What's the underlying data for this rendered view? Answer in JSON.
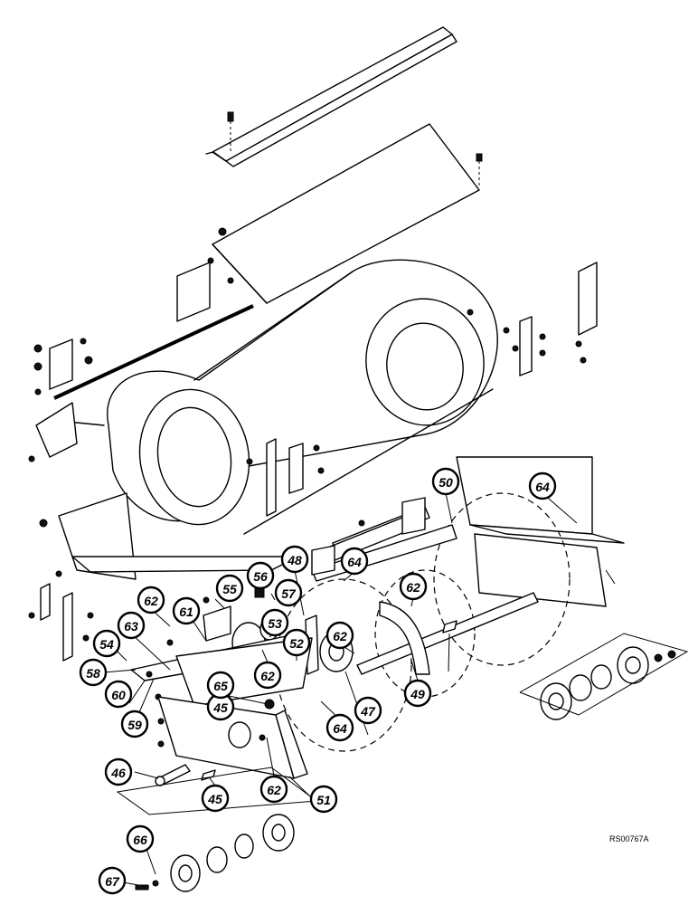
{
  "callouts": [
    "50",
    "64",
    "48",
    "55",
    "56",
    "57",
    "61",
    "62",
    "53",
    "62",
    "64",
    "52",
    "63",
    "54",
    "62",
    "58",
    "62",
    "60",
    "45",
    "49",
    "65",
    "47",
    "59",
    "64",
    "46",
    "45",
    "62",
    "51",
    "66",
    "67"
  ],
  "reference_code": "RS00767A"
}
